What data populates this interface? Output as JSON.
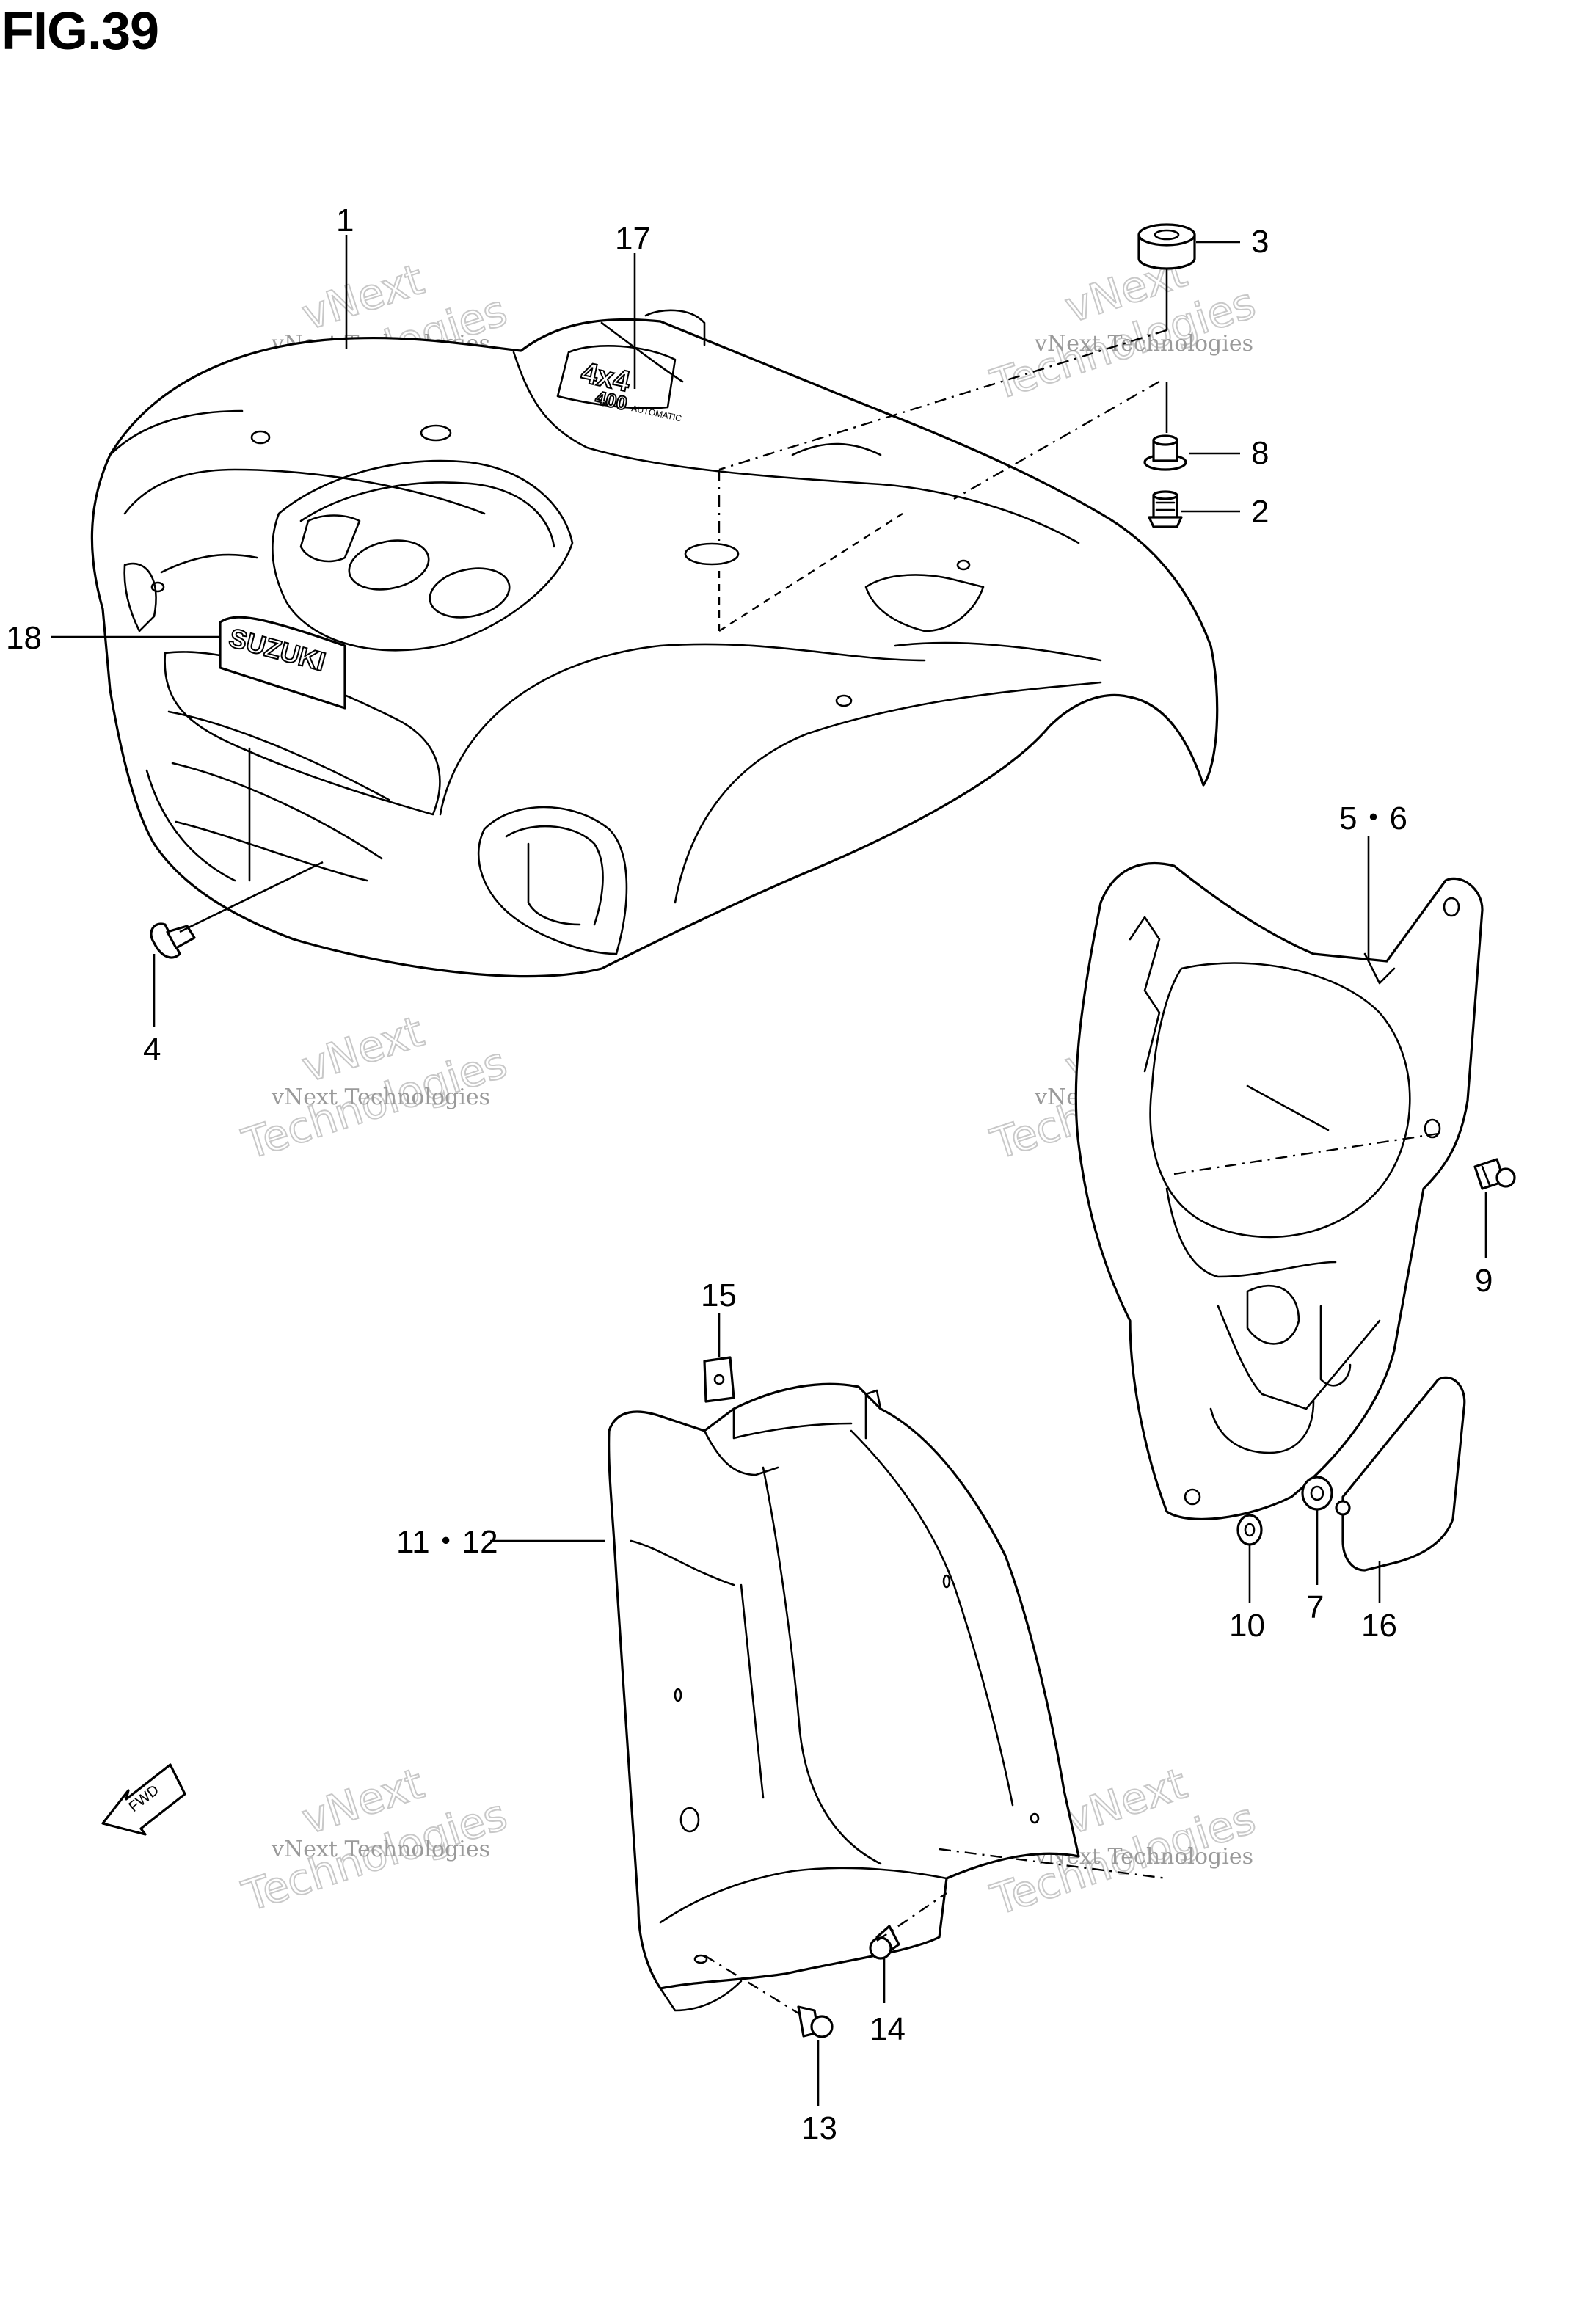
{
  "figure": {
    "title": "FIG.39"
  },
  "callouts": {
    "c1": "1",
    "c2": "2",
    "c3": "3",
    "c4": "4",
    "c56": "5・6",
    "c7": "7",
    "c8": "8",
    "c9": "9",
    "c10": "10",
    "c1112": "11・12",
    "c13": "13",
    "c14": "14",
    "c15": "15",
    "c16": "16",
    "c17": "17",
    "c18": "18"
  },
  "emblems": {
    "suzuki": "SUZUKI",
    "fourbyfour": "4x4",
    "four_hundred": "400",
    "model_word": "AUTOMATIC",
    "hood_badge": "400",
    "fwd": "FWD"
  },
  "watermark": {
    "line1": "vNext Technologies",
    "big1": "vNext",
    "big2": "Technologies"
  }
}
